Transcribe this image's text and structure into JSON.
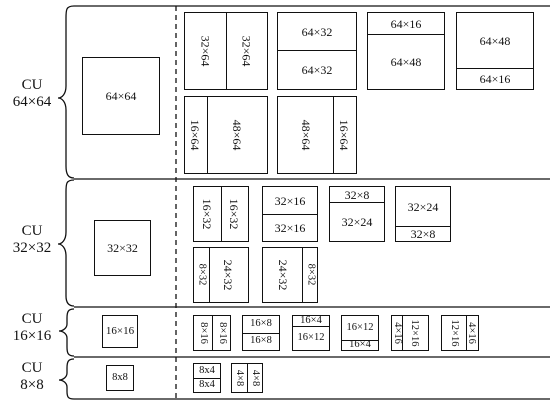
{
  "rows": [
    {
      "id": "cu64",
      "cu_label": "CU",
      "cu_size": "64×64",
      "square_label": "64×64",
      "partitions": [
        {
          "id": "v32",
          "labels": [
            "32×64",
            "32×64"
          ]
        },
        {
          "id": "h32",
          "labels": [
            "64×32",
            "64×32"
          ]
        },
        {
          "id": "h16top",
          "labels": [
            "64×16",
            "64×48"
          ]
        },
        {
          "id": "h16bot",
          "labels": [
            "64×48",
            "64×16"
          ]
        },
        {
          "id": "v16left",
          "labels": [
            "16×64",
            "48×64"
          ]
        },
        {
          "id": "v16right",
          "labels": [
            "48×64",
            "16×64"
          ]
        }
      ]
    },
    {
      "id": "cu32",
      "cu_label": "CU",
      "cu_size": "32×32",
      "square_label": "32×32",
      "partitions": [
        {
          "id": "v16",
          "labels": [
            "16×32",
            "16×32"
          ]
        },
        {
          "id": "h16",
          "labels": [
            "32×16",
            "32×16"
          ]
        },
        {
          "id": "h8top",
          "labels": [
            "32×8",
            "32×24"
          ]
        },
        {
          "id": "h8bot",
          "labels": [
            "32×24",
            "32×8"
          ]
        },
        {
          "id": "v8left",
          "labels": [
            "8×32",
            "24×32"
          ]
        },
        {
          "id": "v8right",
          "labels": [
            "24×32",
            "8×32"
          ]
        }
      ]
    },
    {
      "id": "cu16",
      "cu_label": "CU",
      "cu_size": "16×16",
      "square_label": "16×16",
      "partitions": [
        {
          "id": "v8",
          "labels": [
            "8×16",
            "8×16"
          ]
        },
        {
          "id": "h8",
          "labels": [
            "16×8",
            "16×8"
          ]
        },
        {
          "id": "h4top",
          "labels": [
            "16×4",
            "16×12"
          ]
        },
        {
          "id": "h4bot",
          "labels": [
            "16×12",
            "16×4"
          ]
        },
        {
          "id": "v4left",
          "labels": [
            "4×16",
            "12×16"
          ]
        },
        {
          "id": "v4right",
          "labels": [
            "12×16",
            "4×16"
          ]
        }
      ]
    },
    {
      "id": "cu8",
      "cu_label": "CU",
      "cu_size": "8×8",
      "square_label": "8x8",
      "partitions": [
        {
          "id": "h4",
          "labels": [
            "8x4",
            "8x4"
          ]
        },
        {
          "id": "v4",
          "labels": [
            "4×8",
            "4×8"
          ]
        }
      ]
    }
  ]
}
